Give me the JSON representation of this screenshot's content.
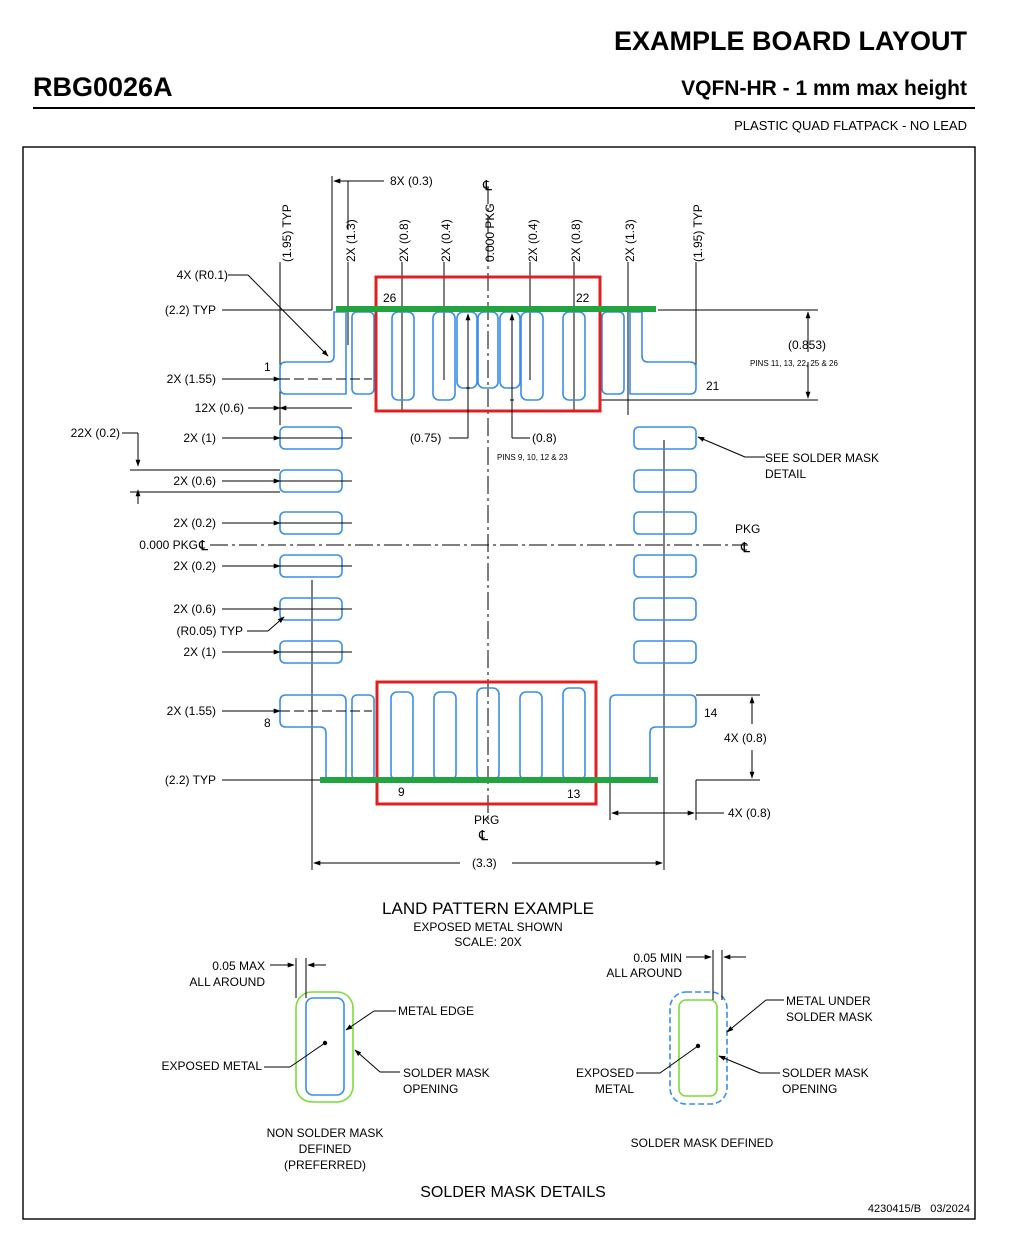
{
  "header": {
    "title": "EXAMPLE BOARD LAYOUT",
    "package_code": "RBG0026A",
    "package_type": "VQFN-HR - 1 mm max height",
    "package_description": "PLASTIC QUAD FLATPACK - NO LEAD"
  },
  "top_dims": {
    "d195_left": "(1.95) TYP",
    "d13_left": "2X (1.3)",
    "d08_left": "2X (0.8)",
    "d04_left": "2X (0.4)",
    "d000": "0.000 PKG",
    "d04_right": "2X (0.4)",
    "d08_right": "2X (0.8)",
    "d13_right": "2X (1.3)",
    "d195_right": "(1.95) TYP",
    "d8x": "8X (0.3)"
  },
  "left_dims": {
    "r01": "4X (R0.1)",
    "typ22_top": "(2.2) TYP",
    "w155_top": "2X (1.55)",
    "x06": "12X (0.6)",
    "y02": "22X (0.2)",
    "y1_top": "2X (1)",
    "y06_top": "2X (0.6)",
    "y02_top": "2X (0.2)",
    "y000": "0.000 PKG",
    "y02_bot": "2X (0.2)",
    "y06_bot": "2X (0.6)",
    "r005": "(R0.05) TYP",
    "y1_bot": "2X (1)",
    "w155_bot": "2X (1.55)",
    "typ22_bot": "(2.2) TYP"
  },
  "right_dims": {
    "d0853": "(0.853)",
    "pins_0853": "PINS 11, 13, 22, 25 & 26",
    "see_mask": "SEE SOLDER MASK",
    "see_mask_2": "DETAIL",
    "pkg": "PKG",
    "d4x08_v": "4X (0.8)",
    "d4x08_h": "4X (0.8)"
  },
  "inner_dims": {
    "d075": "(0.75)",
    "d08": "(0.8)",
    "pins_08": "PINS 9, 10, 12 & 23"
  },
  "bottom_dims": {
    "pkg": "PKG",
    "d33": "(3.3)"
  },
  "pin_labels": {
    "p1": "1",
    "p8": "8",
    "p9": "9",
    "p13": "13",
    "p14": "14",
    "p21": "21",
    "p22": "22",
    "p26": "26"
  },
  "land_pattern": {
    "title": "LAND PATTERN EXAMPLE",
    "subtitle": "EXPOSED METAL SHOWN",
    "scale": "SCALE: 20X"
  },
  "nsmd": {
    "dim_1": "0.05 MAX",
    "dim_2": "ALL AROUND",
    "metal_edge": "METAL EDGE",
    "exposed": "EXPOSED METAL",
    "mask_1": "SOLDER MASK",
    "mask_2": "OPENING",
    "caption_1": "NON SOLDER MASK",
    "caption_2": "DEFINED",
    "caption_3": "(PREFERRED)"
  },
  "smd": {
    "dim_1": "0.05 MIN",
    "dim_2": "ALL AROUND",
    "metal_under_1": "METAL UNDER",
    "metal_under_2": "SOLDER MASK",
    "exposed_1": "EXPOSED",
    "exposed_2": "METAL",
    "mask_1": "SOLDER MASK",
    "mask_2": "OPENING",
    "caption": "SOLDER MASK DEFINED"
  },
  "details_title": "SOLDER MASK DETAILS",
  "footer": {
    "doc_number": "4230415/B   03/2024"
  },
  "colors": {
    "pad_outline": "#3a8ee6",
    "highlight_box": "#e02020",
    "highlight_line": "#22a540",
    "mask_green": "#7ddc3a"
  }
}
